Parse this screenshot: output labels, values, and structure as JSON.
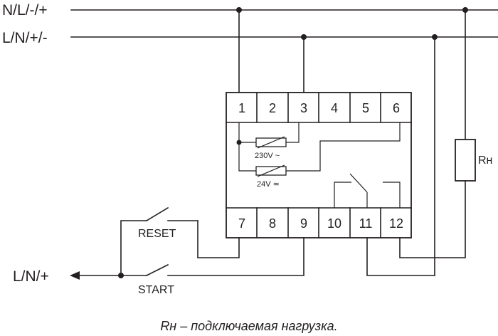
{
  "rails": {
    "top_label": "N/L/-/+",
    "bottom_label": "L/N/+/-"
  },
  "terminals_top": [
    "1",
    "2",
    "3",
    "4",
    "5",
    "6"
  ],
  "terminals_bottom": [
    "7",
    "8",
    "9",
    "10",
    "11",
    "12"
  ],
  "coils": {
    "ac_label": "230V ~",
    "dc_label": "24V ≃"
  },
  "load": {
    "label": "Rн"
  },
  "switches": {
    "reset_label": "RESET",
    "start_label": "START"
  },
  "input": {
    "label": "L/N/+"
  },
  "caption": "Rн – подключаемая нагрузка."
}
